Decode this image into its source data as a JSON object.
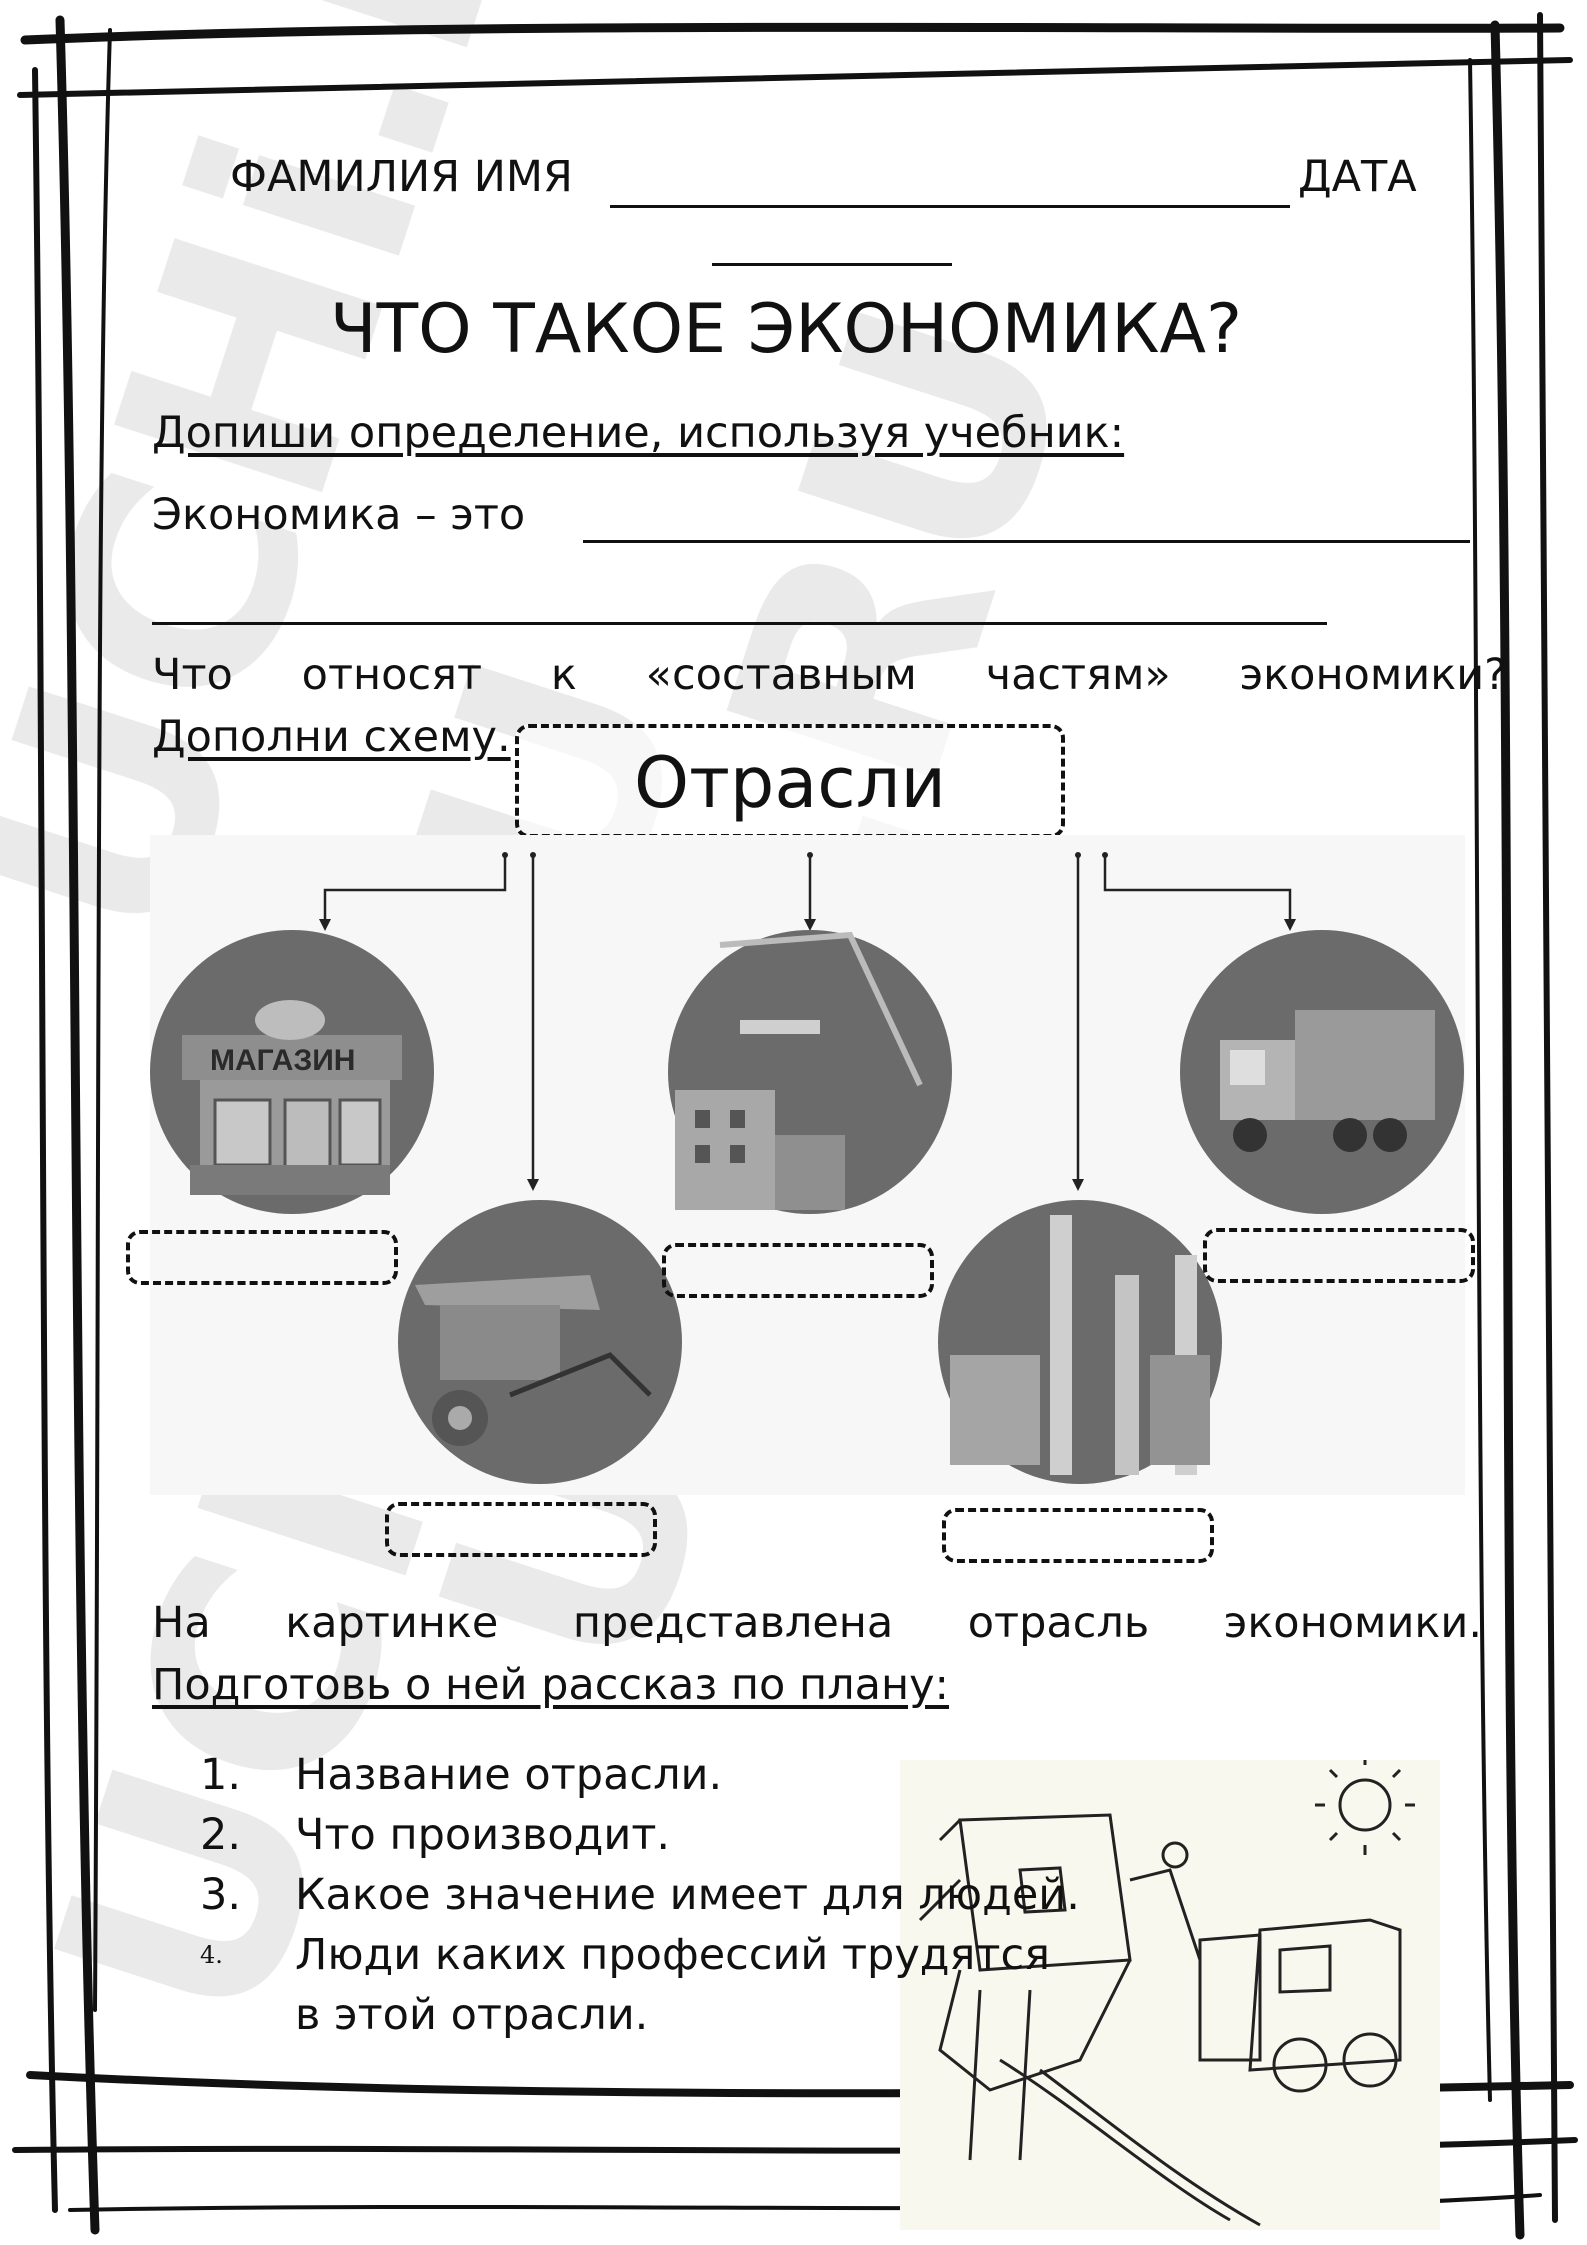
{
  "header": {
    "name_label": "ФАМИЛИЯ ИМЯ",
    "date_label": "ДАТА"
  },
  "title": "ЧТО ТАКОЕ ЭКОНОМИКА?",
  "task1": {
    "instruction": "Допиши определение, используя учебник:",
    "definition_start": "Экономика – это"
  },
  "task2": {
    "question": "Что относят к «составным частям» экономики?",
    "instruction": "Дополни схему.",
    "center_label": "Отрасли",
    "shop_sign": "МАГАЗИН"
  },
  "task3": {
    "intro": "На картинке представлена отрасль экономики.",
    "instruction": "Подготовь о ней рассказ по плану:",
    "plan": [
      {
        "num": "1.",
        "text": "Название отрасли."
      },
      {
        "num": "2.",
        "text": "Что производит."
      },
      {
        "num": "3.",
        "text": "Какое значение имеет для людей."
      },
      {
        "num": "4.",
        "text": "Люди каких профессий трудятся"
      }
    ],
    "plan_continuation": "в этой отрасли."
  },
  "watermark": "UCHi.RU"
}
